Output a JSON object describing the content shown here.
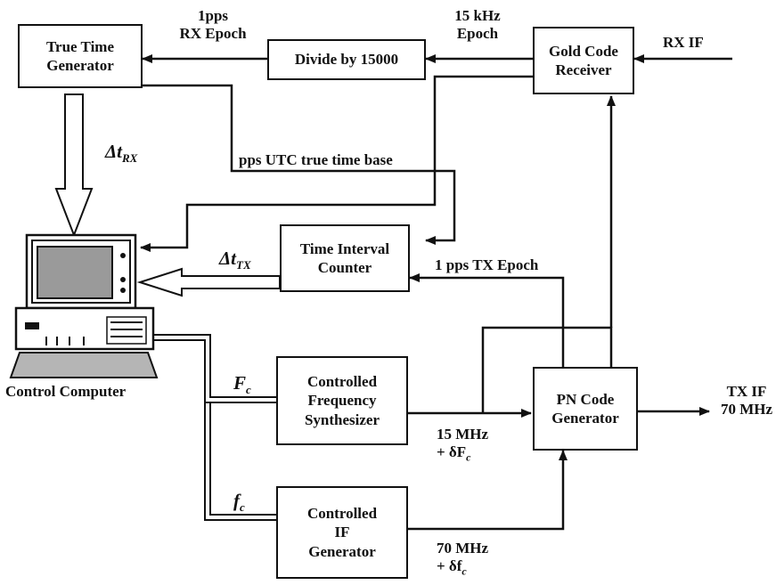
{
  "blocks": {
    "true_time_generator": [
      "True Time",
      "Generator"
    ],
    "divide": [
      "Divide by 15000"
    ],
    "gold_code_receiver": [
      "Gold Code",
      "Receiver"
    ],
    "time_interval_counter": [
      "Time Interval",
      "Counter"
    ],
    "controlled_frequency_synthesizer": [
      "Controlled",
      "Frequency",
      "Synthesizer"
    ],
    "pn_code_generator": [
      "PN Code",
      "Generator"
    ],
    "controlled_if_generator": [
      "Controlled",
      "IF",
      "Generator"
    ]
  },
  "labels": {
    "rx_epoch": [
      "1pps",
      "RX Epoch"
    ],
    "khz_epoch": [
      "15 kHz",
      "Epoch"
    ],
    "rx_if": "RX IF",
    "delta_rx": "Δt",
    "delta_rx_sub": "RX",
    "pps_utc": "pps UTC true time base",
    "delta_tx": "Δt",
    "delta_tx_sub": "TX",
    "tx_epoch": "1 pps TX Epoch",
    "control_computer": "Control Computer",
    "fc_upper": "F",
    "fc_upper_sub": "c",
    "fc_lower": "f",
    "fc_lower_sub": "c",
    "mhz15": [
      "15 MHz",
      "+ δF"
    ],
    "mhz15_sub": "c",
    "mhz70": [
      "70 MHz",
      "+ δf"
    ],
    "mhz70_sub": "c",
    "tx_if": [
      "TX IF",
      "70 MHz"
    ]
  },
  "colors": {
    "ink": "#111111",
    "screen": "#9a9a9a",
    "keyboard": "#b5b5b5"
  }
}
